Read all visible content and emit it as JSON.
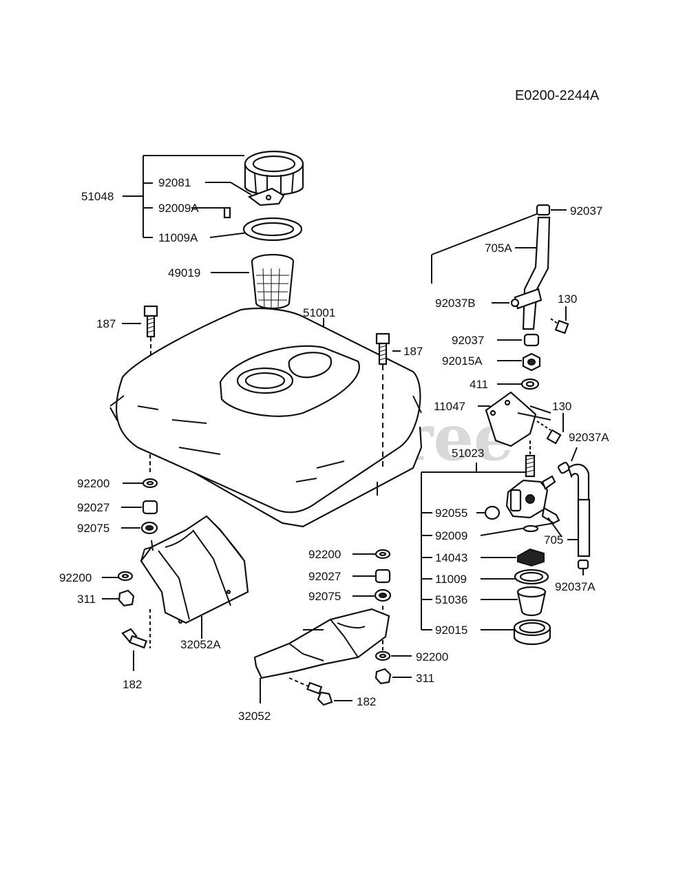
{
  "diagram_ref": "E0200-2244A",
  "watermark": "PartsTree",
  "labels": {
    "p51048": "51048",
    "p92081": "92081",
    "p92009A": "92009A",
    "p11009A": "11009A",
    "p49019": "49019",
    "p187_left": "187",
    "p51001": "51001",
    "p187_right": "187",
    "p92200_a": "92200",
    "p92027_a": "92027",
    "p92075_a": "92075",
    "p92200_b": "92200",
    "p311_a": "311",
    "p182_a": "182",
    "p32052A": "32052A",
    "p92200_c": "92200",
    "p92027_b": "92027",
    "p92075_b": "92075",
    "p92200_d": "92200",
    "p311_b": "311",
    "p182_b": "182",
    "p32052": "32052",
    "p92037_top": "92037",
    "p705A": "705A",
    "p92037B": "92037B",
    "p130_a": "130",
    "p92037_mid": "92037",
    "p92015A": "92015A",
    "p411": "411",
    "p11047": "11047",
    "p130_b": "130",
    "p92037A_a": "92037A",
    "p51023": "51023",
    "p92055": "92055",
    "p92009": "92009",
    "p705": "705",
    "p14043": "14043",
    "p11009": "11009",
    "p51036": "51036",
    "p92037A_b": "92037A",
    "p92015": "92015"
  }
}
